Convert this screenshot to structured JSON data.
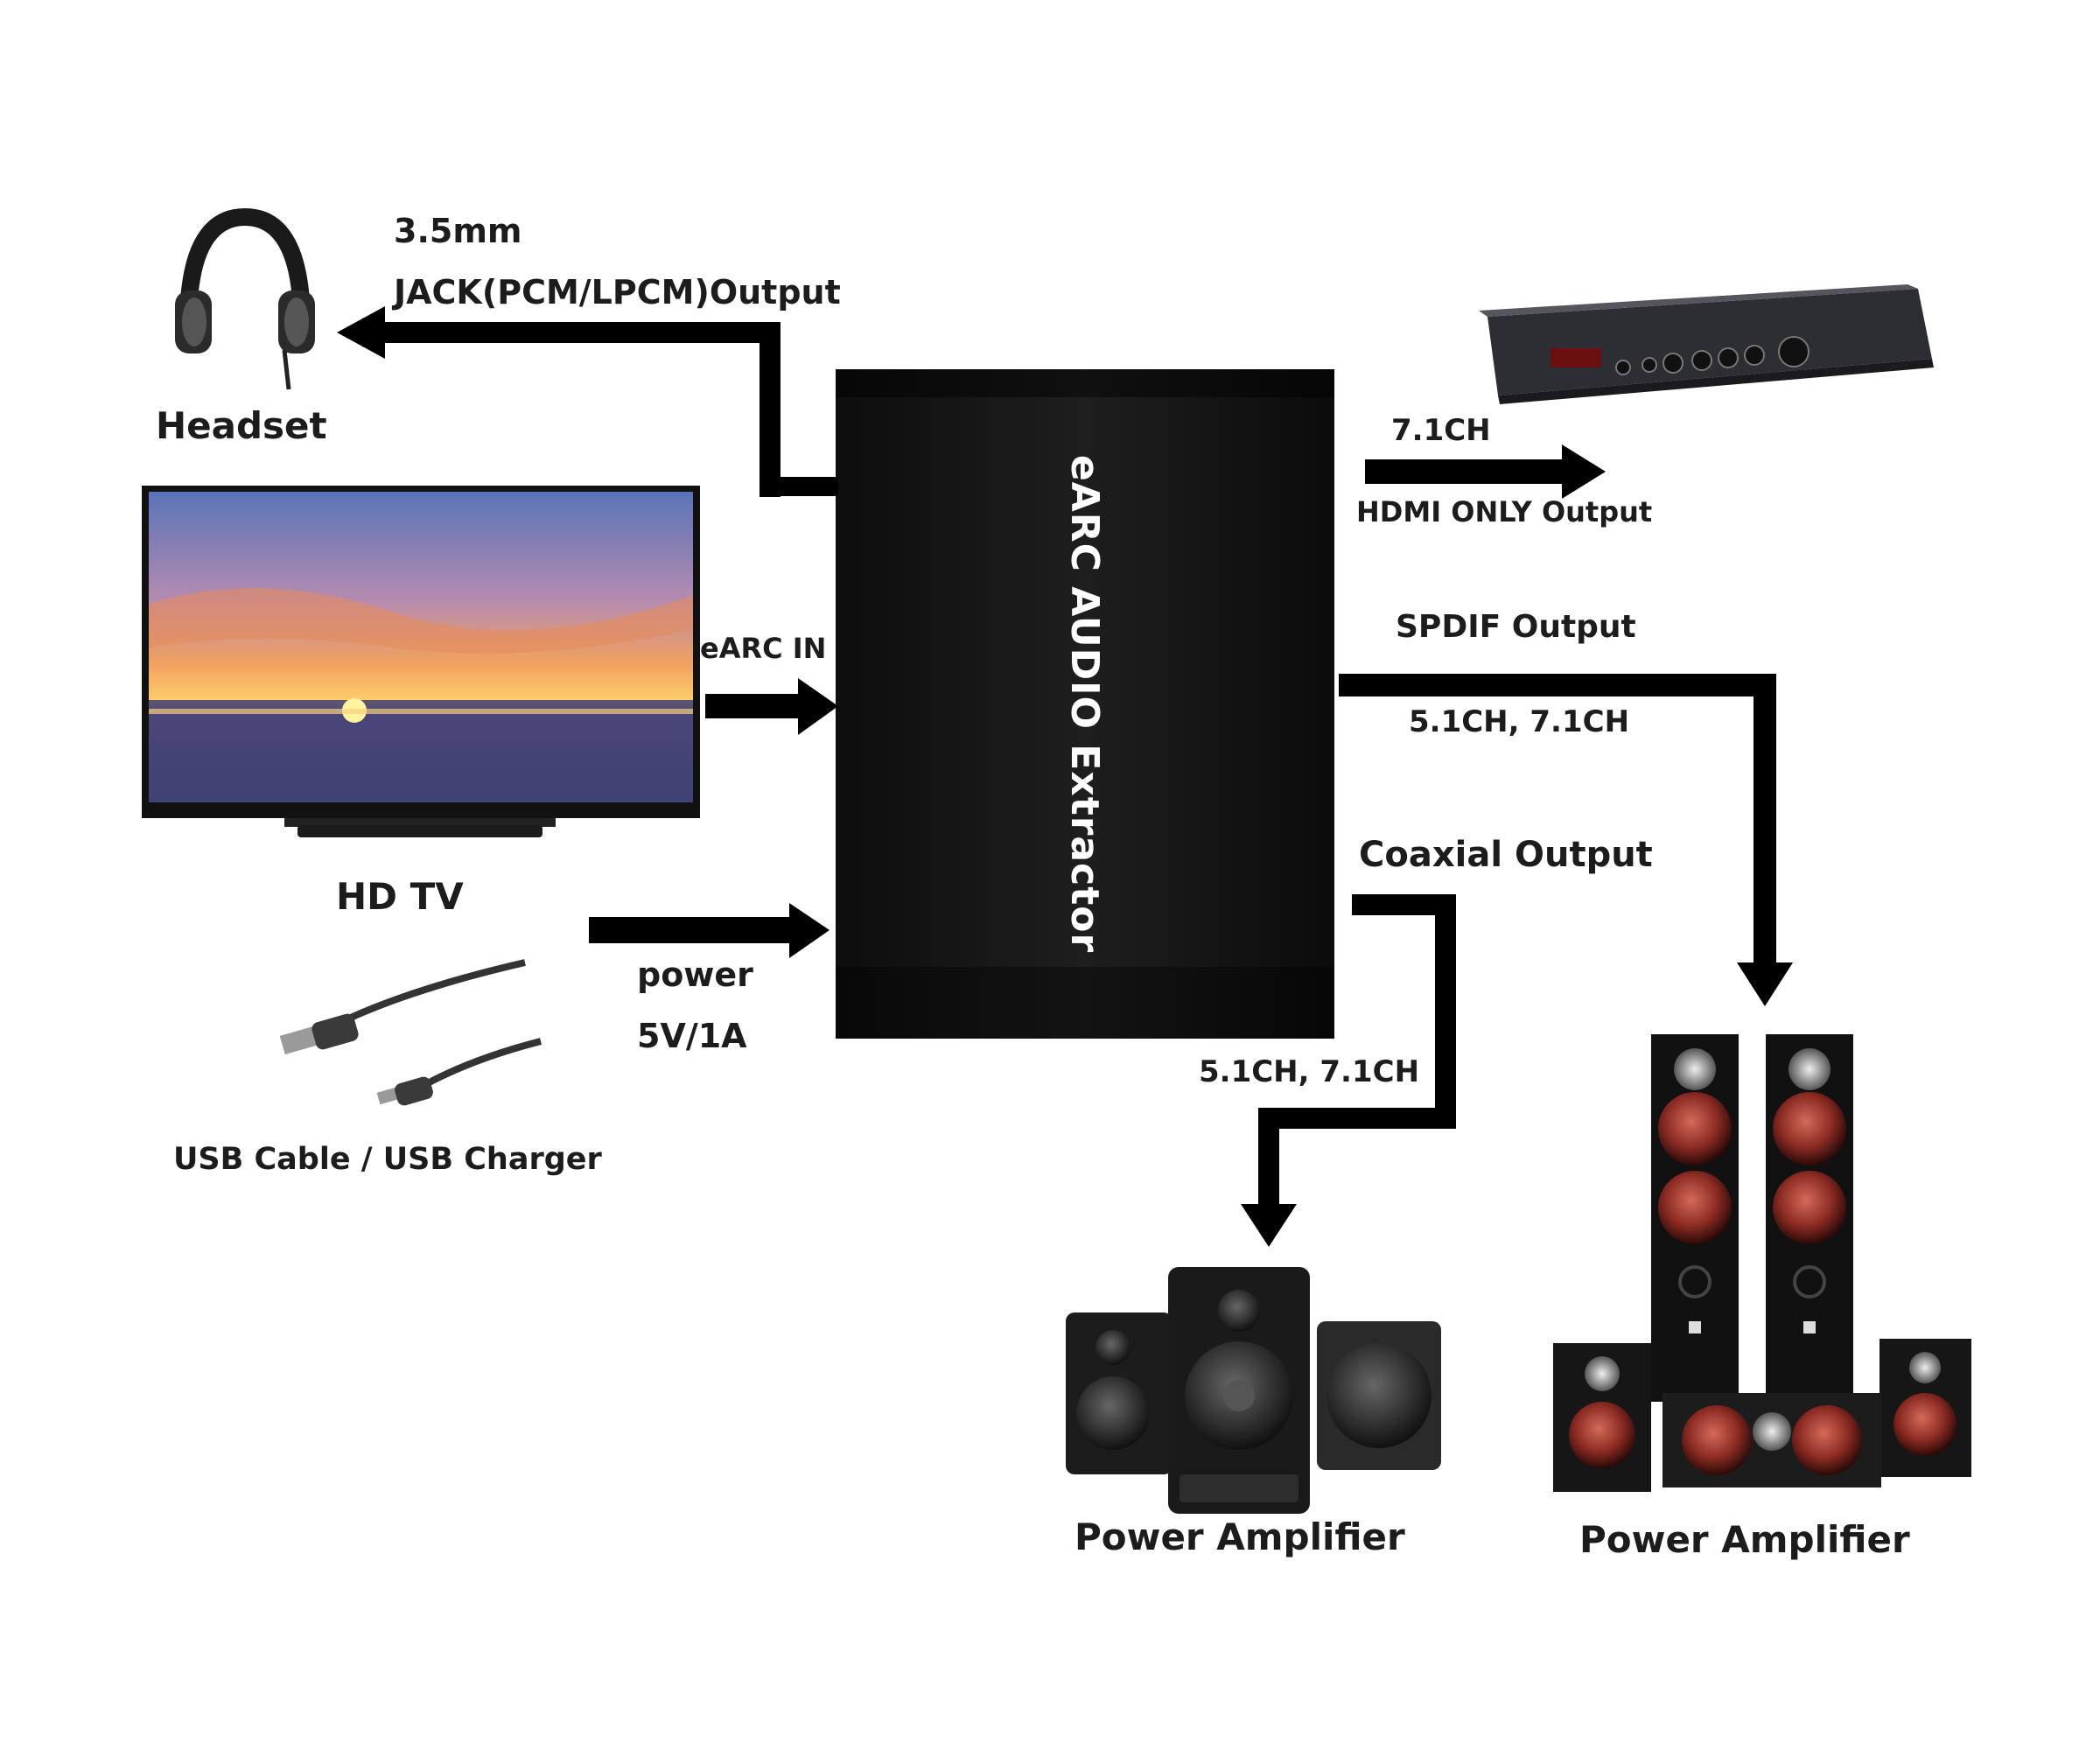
{
  "device": {
    "title": "eARC AUDIO Extractor"
  },
  "headset": {
    "label": "Headset",
    "output_line1": "3.5mm",
    "output_line2": "JACK(PCM/LPCM)Output"
  },
  "tv": {
    "label": "HD TV",
    "input_label": "eARC IN"
  },
  "usb": {
    "label": "USB Cable / USB Charger",
    "power_line1": "power",
    "power_line2": "5V/1A"
  },
  "hdmi": {
    "channels": "7.1CH",
    "output_label": "HDMI ONLY Output"
  },
  "spdif": {
    "output_label": "SPDIF Output",
    "channels": "5.1CH, 7.1CH"
  },
  "coaxial": {
    "output_label": "Coaxial Output",
    "channels": "5.1CH, 7.1CH"
  },
  "amp_left": {
    "label": "Power Amplifier"
  },
  "amp_right": {
    "label": "Power Amplifier"
  }
}
